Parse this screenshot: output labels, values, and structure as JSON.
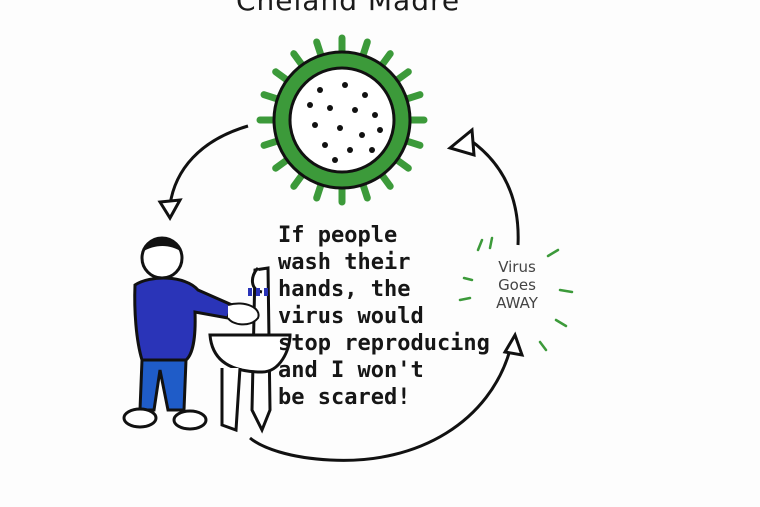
{
  "title": "Cheland Madre",
  "message_lines": [
    "If people",
    "wash their",
    "hands, the",
    "virus would",
    "stop reproducing",
    "and I won't",
    "be scared!"
  ],
  "virus_label": [
    "Virus",
    "Goes",
    "AWAY"
  ],
  "colors": {
    "virus_green": "#3c9a3a",
    "shirt_blue": "#2a34b8",
    "pants_blue": "#1f5cc8",
    "ink": "#161616"
  }
}
